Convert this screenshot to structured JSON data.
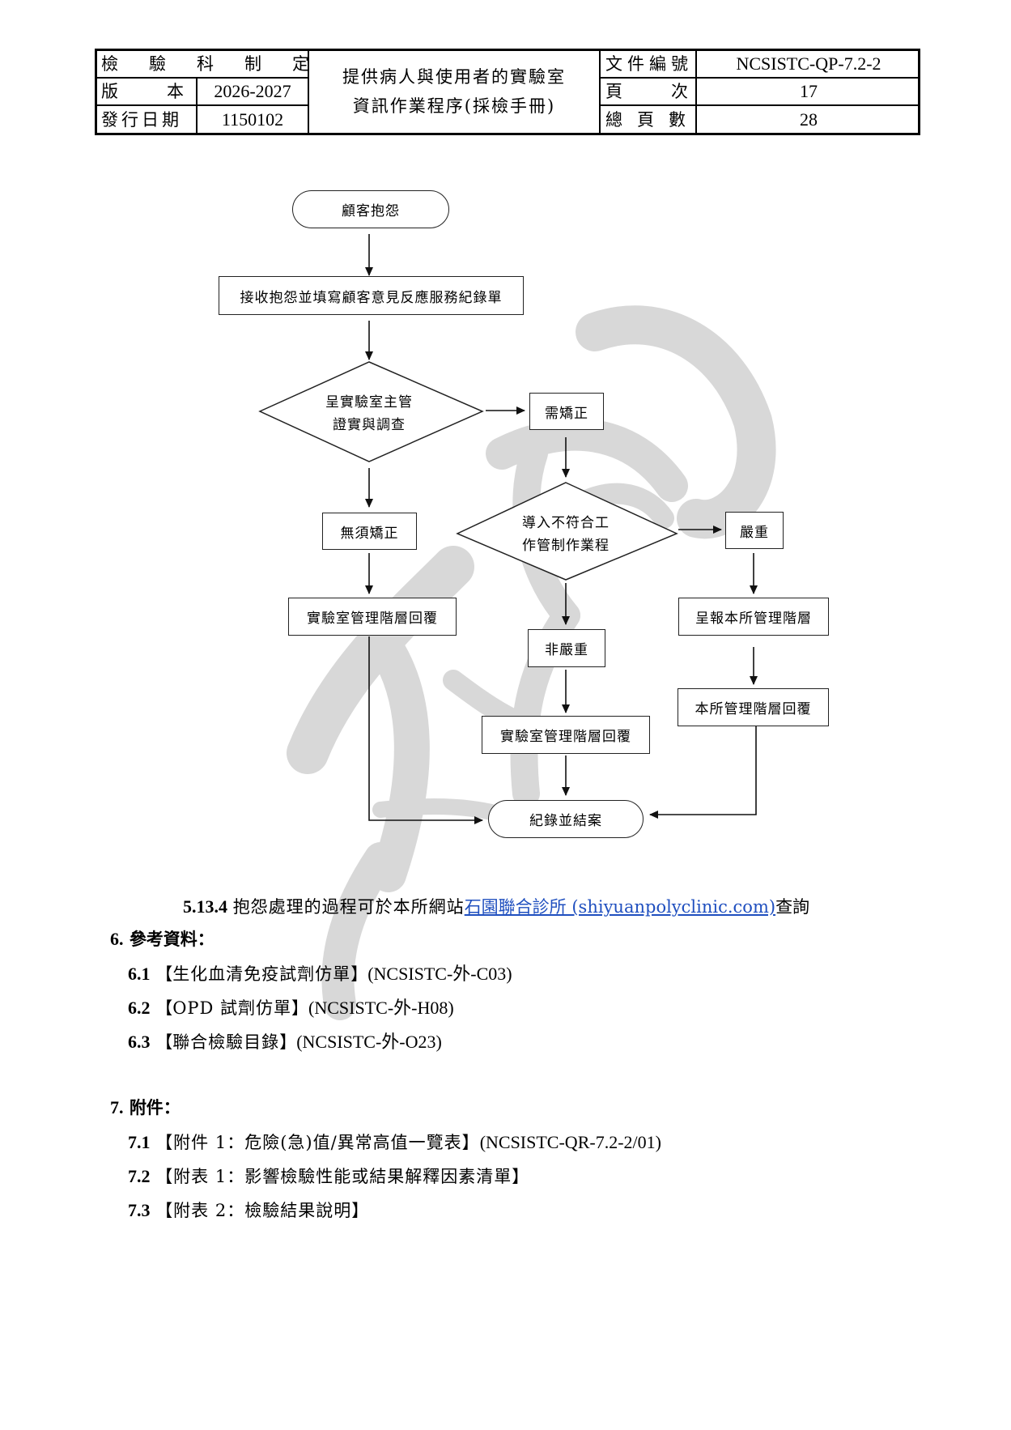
{
  "header": {
    "made_by_label": "檢驗科制定",
    "version_label": "版本",
    "version_value": "2026-2027",
    "issue_date_label": "發行日期",
    "issue_date_value": "1150102",
    "title_line1": "提供病人與使用者的實驗室",
    "title_line2": "資訊作業程序(採檢手冊)",
    "doc_no_label": "文件編號",
    "doc_no_value": "NCSISTC-QP-7.2-2",
    "page_label": "頁次",
    "page_value": "17",
    "total_pages_label": "總頁數",
    "total_pages_value": "28"
  },
  "flowchart": {
    "start": "顧客抱怨",
    "receive": "接收抱怨並填寫顧客意見反應服務紀錄單",
    "verify_line1": "呈實驗室主管",
    "verify_line2": "證實與調查",
    "need_fix": "需矯正",
    "no_fix": "無須矯正",
    "nonconform_line1": "導入不符合工",
    "nonconform_line2": "作管制作業程",
    "severe": "嚴重",
    "lab_reply_left": "實驗室管理階層回覆",
    "report_mgmt": "呈報本所管理階層",
    "not_severe": "非嚴重",
    "mgmt_reply": "本所管理階層回覆",
    "lab_reply_center": "實驗室管理階層回覆",
    "end": "紀錄並結案"
  },
  "body": {
    "s5134_num": "5.13.4",
    "s5134_text": "抱怨處理的過程可於本所網站",
    "s5134_link": "石園聯合診所 (shiyuanpolyclinic.com)",
    "s5134_tail": "查詢",
    "s6_num": "6.",
    "s6_title": "參考資料：",
    "refs": [
      {
        "num": "6.1",
        "open": "【",
        "name": "生化血清免疫試劑仿單",
        "close": "】",
        "code": "(NCSISTC-外-C03)"
      },
      {
        "num": "6.2",
        "open": "【",
        "name": "OPD 試劑仿單",
        "close": "】",
        "code": "(NCSISTC-外-H08)"
      },
      {
        "num": "6.3",
        "open": "【",
        "name": "聯合檢驗目錄",
        "close": "】",
        "code": "(NCSISTC-外-O23)"
      }
    ],
    "s7_num": "7.",
    "s7_title": "附件：",
    "attachments": [
      {
        "num": "7.1",
        "text": "【附件 1：危險(急)值/異常高值一覽表】",
        "code": "(NCSISTC-QR-7.2-2/01)"
      },
      {
        "num": "7.2",
        "text": "【附表 1：影響檢驗性能或結果解釋因素清單】",
        "code": ""
      },
      {
        "num": "7.3",
        "text": "【附表 2：檢驗結果說明】",
        "code": ""
      }
    ]
  },
  "colors": {
    "link": "#1f4fbf",
    "watermark": "#dcdcdc"
  }
}
